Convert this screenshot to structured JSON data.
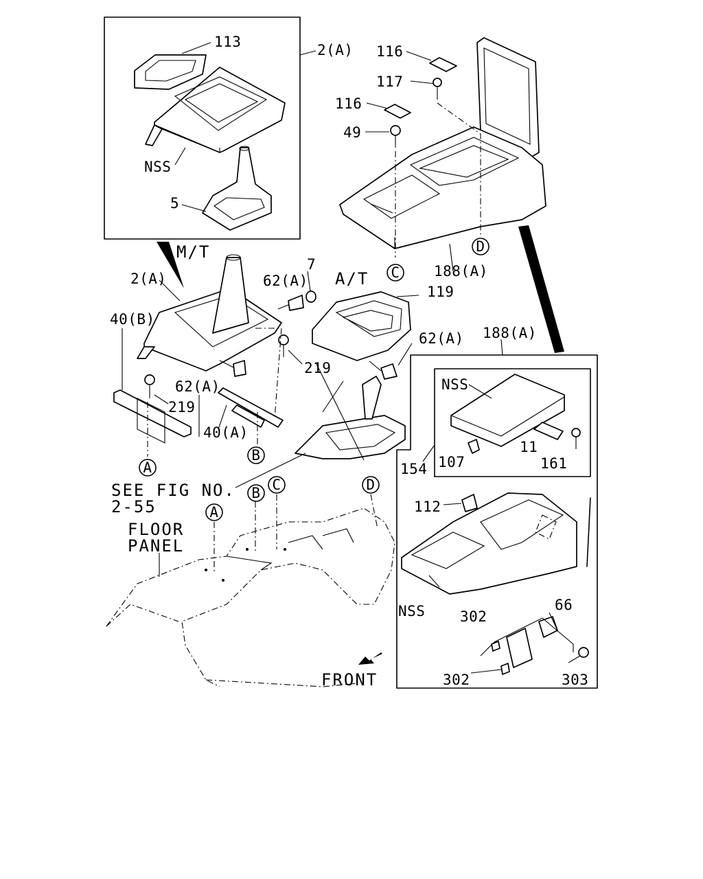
{
  "labels": {
    "p113": "113",
    "p2a_top": "2(A)",
    "p116a": "116",
    "p117": "117",
    "p116b": "116",
    "p49": "49",
    "nss_top": "NSS",
    "p5": "5",
    "mt": "M/T",
    "p2a_mid": "2(A)",
    "p62a_1": "62(A)",
    "p7": "7",
    "at": "A/T",
    "p119": "119",
    "p188a_1": "188(A)",
    "p40b": "40(B)",
    "p62a_2": "62(A)",
    "p188a_2": "188(A)",
    "p219_1": "219",
    "p62a_3": "62(A)",
    "p219_2": "219",
    "p40a": "40(A)",
    "nss_inset": "NSS",
    "p107": "107",
    "p11": "11",
    "p161": "161",
    "p154": "154",
    "p112": "112",
    "nss_lower": "NSS",
    "p302a": "302",
    "p66": "66",
    "p302b": "302",
    "p303": "303",
    "see_fig_1": "SEE FIG NO.",
    "see_fig_2": "2-55",
    "floor_1": "FLOOR",
    "floor_2": "PANEL",
    "front": "FRONT"
  },
  "markers": {
    "A1": "A",
    "B1": "B",
    "C1": "C",
    "D1": "D",
    "A2": "A",
    "B2": "B",
    "C2": "C",
    "D2": "D"
  }
}
